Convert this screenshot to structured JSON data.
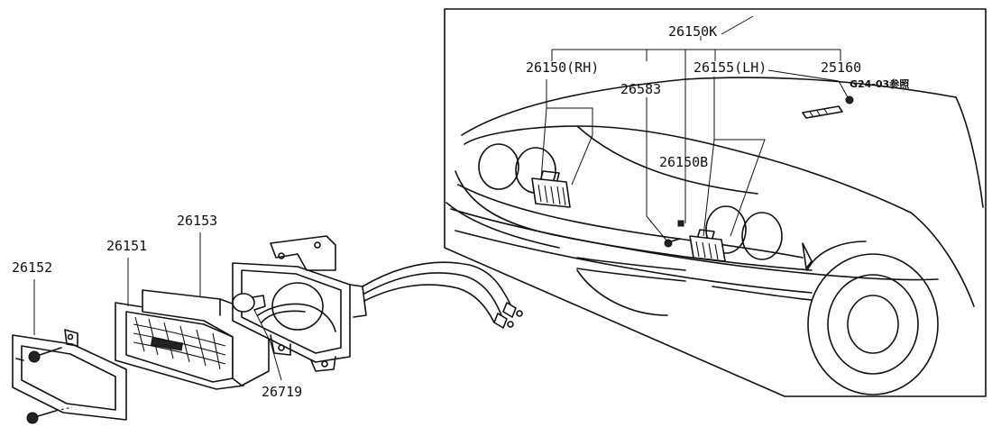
{
  "labels": {
    "p26150K": "26150K",
    "p26150RH": "26150(RH)",
    "p26155LH": "26155(LH)",
    "p25160": "25160",
    "g2403": "G24-03参照",
    "p26583": "26583",
    "p26150B": "26150B",
    "p26152": "26152",
    "p26151": "26151",
    "p26153": "26153",
    "p26719": "26719"
  }
}
